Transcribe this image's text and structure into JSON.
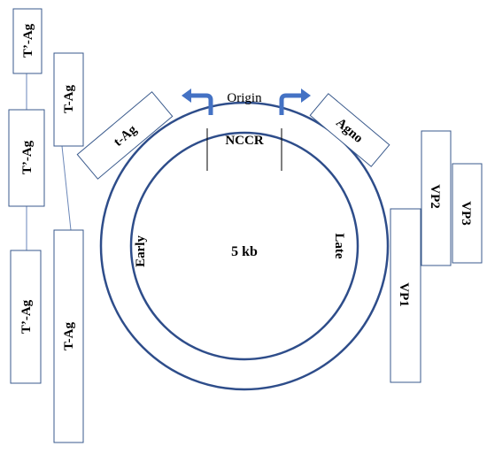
{
  "colors": {
    "circle": "#2e4d8a",
    "box_border": "#3a5a8c",
    "connector": "#6a86b8",
    "arrow": "#4472c4"
  },
  "labels": {
    "origin": "Origin",
    "nccr": "NCCR",
    "size": "5 kb",
    "early": "Early",
    "late": "Late"
  },
  "genes": {
    "t_prime_ag_1": "T’-Ag",
    "t_prime_ag_2": "T’-Ag",
    "t_prime_ag_3": "T’-Ag",
    "large_t_ag_1": "T-Ag",
    "large_t_ag_2": "T-Ag",
    "small_t_ag": "t-Ag",
    "agno": "Agno",
    "vp1": "VP1",
    "vp2": "VP2",
    "vp3": "VP3"
  }
}
